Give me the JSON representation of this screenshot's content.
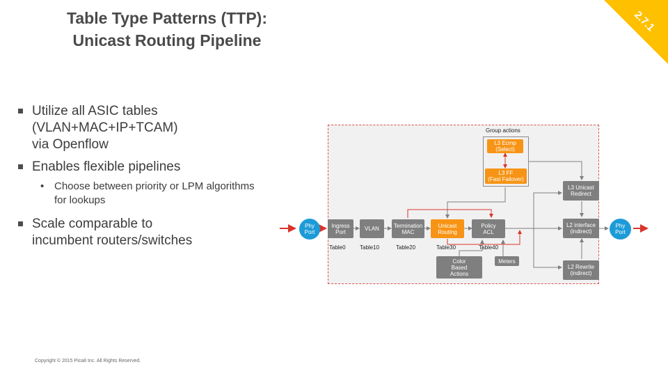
{
  "slide": {
    "title_line1": "Table Type Patterns (TTP):",
    "title_line2": "Unicast Routing Pipeline",
    "corner_label": "2.7.1",
    "copyright": "Copyright © 2015 Pica8 Inc. All Rights Reserved."
  },
  "bullets": [
    {
      "line1": "Utilize all ASIC tables",
      "line2": "(VLAN+MAC+IP+TCAM)",
      "line3": "via Openflow"
    },
    {
      "line1": "Enables flexible pipelines"
    },
    {
      "line1": "Scale comparable to",
      "line2": "incumbent routers/switches"
    }
  ],
  "subbullet": {
    "line1": "Choose between priority or LPM algorithms",
    "line2": "for lookups"
  },
  "diagram": {
    "group_actions_label": "Group actions",
    "nodes": {
      "phy_in": [
        "Phy",
        "Port"
      ],
      "ingress": [
        "Ingress",
        "Port"
      ],
      "vlan": [
        "VLAN"
      ],
      "termination": [
        "Termination",
        "MAC"
      ],
      "unicast": [
        "Unicast",
        "Routing"
      ],
      "policy": [
        "Policy",
        "ACL"
      ],
      "ecmp": [
        "L3 Ecmp",
        "(Select)"
      ],
      "ff": [
        "L3 FF",
        "(Fast Failover)"
      ],
      "l3_redirect": [
        "L3 Unicast",
        "Redirect"
      ],
      "l2_interface": [
        "L2 interface",
        "(indirect)"
      ],
      "l2_rewrite": [
        "L2 Rewrite",
        "(indirect)"
      ],
      "phy_out": [
        "Phy",
        "Port"
      ],
      "color": [
        "Color",
        "Based",
        "Actions"
      ],
      "meters": [
        "Meters"
      ]
    },
    "table_labels": [
      "Table0",
      "Table10",
      "Table20",
      "Table30",
      "Table40"
    ],
    "colors": {
      "orange": "#f79415",
      "gray": "#7f7f7f",
      "blue": "#1d9bd7",
      "red": "#d9342b",
      "corner": "#ffc000"
    }
  }
}
